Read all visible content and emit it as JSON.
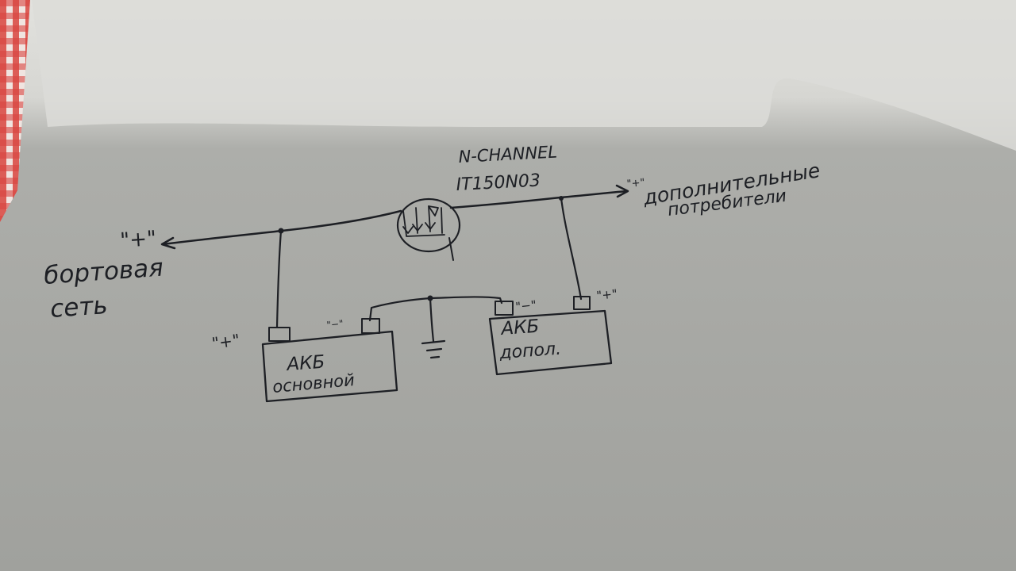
{
  "colors": {
    "paper_lit": "#dcdcd8",
    "paper_shadow": "#a8a9a5",
    "ink": "#1d1f24",
    "tablecloth_red": "#d8453f"
  },
  "diagram": {
    "transistor_type": "N-CHANNEL",
    "transistor_part": "IT150N03",
    "onboard_plus": "\"+\"",
    "onboard_label_line1": "бортовая",
    "onboard_label_line2": "сеть",
    "extra_plus": "\"+\"",
    "extra_label_line1": "дополнительные",
    "extra_label_line2": "потребители",
    "main_battery_plus": "\"+\"",
    "main_battery_minus": "\"−\"",
    "main_battery_line1": "АКБ",
    "main_battery_line2": "основной",
    "aux_battery_minus": "\"−\"",
    "aux_battery_plus": "\"+\"",
    "aux_battery_line1": "АКБ",
    "aux_battery_line2": "допол."
  }
}
